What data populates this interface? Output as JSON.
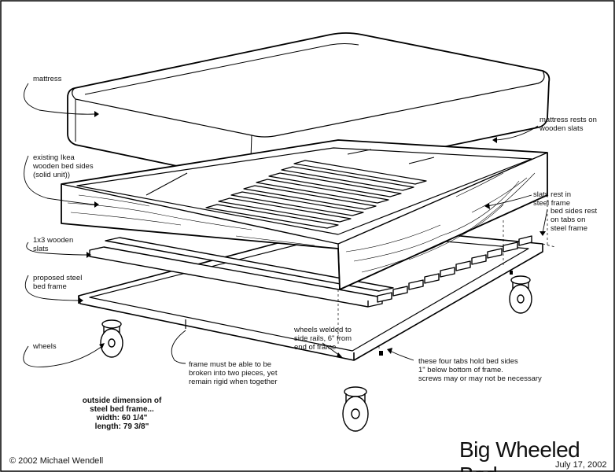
{
  "labels": {
    "mattress": "mattress",
    "existing_sides": "existing Ikea\nwooden bed sides\n(solid unit))",
    "slats": "1x3 wooden\nslats",
    "proposed_frame": "proposed steel\nbed frame",
    "wheels": "wheels",
    "mattress_rests": "mattress rests on\nwooden slats",
    "slats_rest": "slats rest in\nsteel frame",
    "sides_rest": "bed sides rest\non tabs on\nsteel frame",
    "wheels_welded": "wheels welded to\nside rails, 6\" from\nend of frame",
    "frame_two_pieces": "frame must be able to be\nbroken into two pieces, yet\nremain rigid when together",
    "tabs": "these four tabs hold bed sides\n1\" below bottom of frame.\nscrews may or may not be necessary",
    "outside_dimension": "outside dimension of\nsteel bed frame...\nwidth: 60 1/4\"\nlength: 79 3/8\""
  },
  "footer": {
    "copyright": "© 2002 Michael Wendell",
    "title": "Big Wheeled Bed",
    "date": "July 17, 2002"
  }
}
